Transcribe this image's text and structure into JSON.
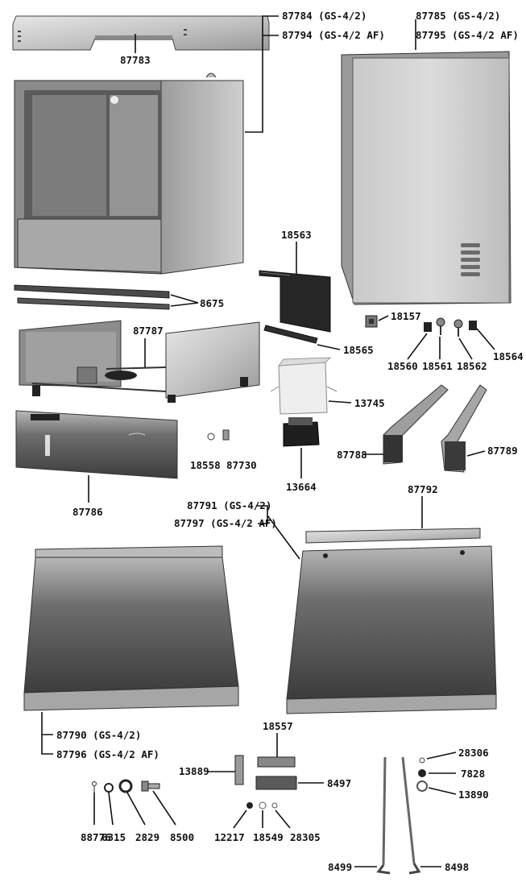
{
  "parts": {
    "p87783": "87783",
    "p87784": "87784 (GS-4/2)",
    "p87794": "87794 (GS-4/2 AF)",
    "p87785": "87785 (GS-4/2)",
    "p87795": "87795 (GS-4/2 AF)",
    "p18563": "18563",
    "p8675": "8675",
    "p87787": "87787",
    "p18157": "18157",
    "p18565": "18565",
    "p18560": "18560",
    "p18561": "18561",
    "p18562": "18562",
    "p18564": "18564",
    "p13745": "13745",
    "p87788": "87788",
    "p87789": "87789",
    "p18558": "18558",
    "p87730": "87730",
    "p13664": "13664",
    "p87786": "87786",
    "p87791": "87791 (GS-4/2)",
    "p87797": "87797 (GS-4/2 AF)",
    "p87792": "87792",
    "p87790": "87790 (GS-4/2)",
    "p87796": "87796 (GS-4/2 AF)",
    "p18557": "18557",
    "p13889": "13889",
    "p8497": "8497",
    "p28306": "28306",
    "p7828": "7828",
    "p13890": "13890",
    "p88776": "88776",
    "p6315": "6315",
    "p2829": "2829",
    "p8500": "8500",
    "p12217": "12217",
    "p18549": "18549",
    "p28305": "28305",
    "p8499": "8499",
    "p8498": "8498"
  }
}
